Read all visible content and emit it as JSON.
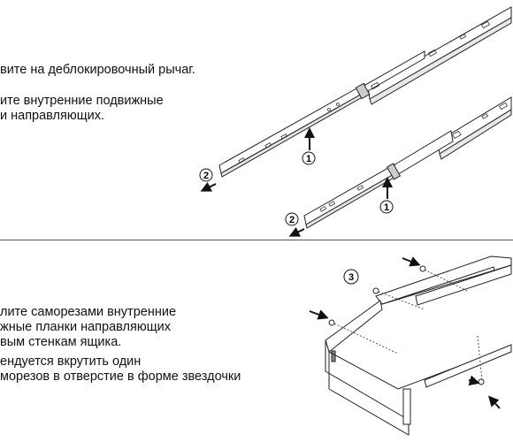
{
  "step1": {
    "line1": "вите на деблокировочный рычаг.",
    "line2": "ите внутренние подвижные",
    "line3": "и направляющих."
  },
  "step2": {
    "line1": "лите саморезами внутренние",
    "line2": "жные планки направляющих",
    "line3": "вым стенкам ящика.",
    "line4": "ендуется вкрутить один",
    "line5": "морезов в отверстие в форме звездочки"
  },
  "callouts": {
    "one": "1",
    "two": "2",
    "three": "3"
  },
  "icons": [
    "arrow-icon",
    "screw-icon",
    "release-lever",
    "drawer-box"
  ]
}
